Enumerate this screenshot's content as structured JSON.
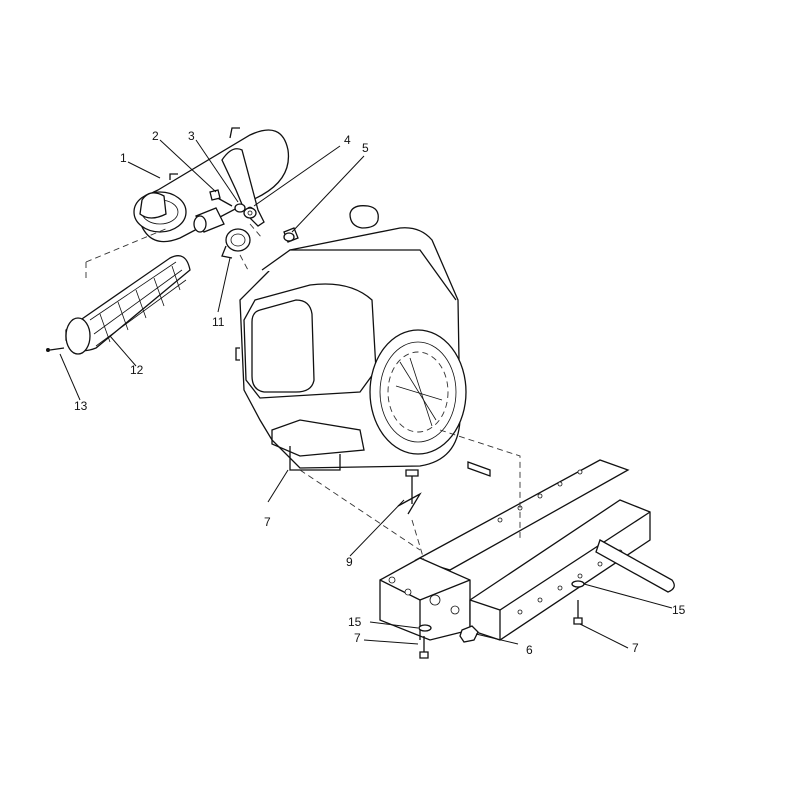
{
  "callouts": {
    "c1": "1",
    "c2": "2",
    "c3": "3",
    "c4": "4",
    "c5": "5",
    "c6": "6",
    "c7a": "7",
    "c7b": "7",
    "c7c": "7",
    "c9": "9",
    "c11": "11",
    "c12": "12",
    "c13": "13",
    "c15a": "15",
    "c15b": "15"
  }
}
